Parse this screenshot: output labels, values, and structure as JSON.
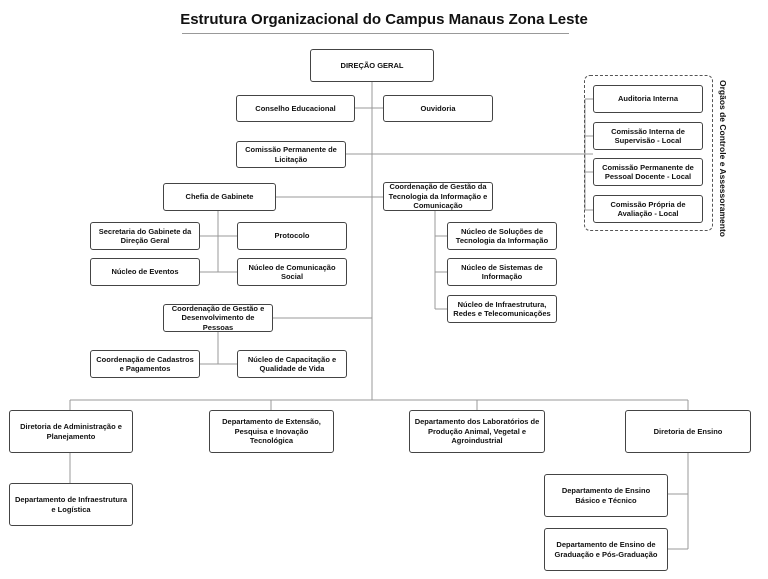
{
  "title": "Estrutura Organizacional do Campus Manaus Zona Leste",
  "top": {
    "direcao_geral": "DIREÇÃO GERAL",
    "conselho": "Conselho Educacional",
    "ouvidoria": "Ouvidoria",
    "comissao_licitacao": "Comissão Permanente de Licitação"
  },
  "gabinete": {
    "chefia": "Chefia de Gabinete",
    "secretaria": "Secretaria do Gabinete da Direção Geral",
    "protocolo": "Protocolo",
    "eventos": "Núcleo de Eventos",
    "comunicacao": "Núcleo de Comunicação Social"
  },
  "ti": {
    "coordenacao": "Coordenação de Gestão da Tecnologia da Informação e Comunicação",
    "solucoes": "Núcleo de Soluções de Tecnologia da Informação",
    "sistemas": "Núcleo de Sistemas de Informação",
    "infraestrutura": "Núcleo de Infraestrutura, Redes e Telecomunicações"
  },
  "pessoas": {
    "coordenacao": "Coordenação de Gestão e Desenvolvimento de Pessoas",
    "cadastros": "Coordenação de Cadastros e Pagamentos",
    "capacitacao": "Núcleo de Capacitação e Qualidade de Vida"
  },
  "orgaos": {
    "label": "Orgãos de Controle e Assessoramento",
    "auditoria": "Auditoria Interna",
    "supervisao": "Comissão Interna de Supervisão - Local",
    "docente": "Comissão Permanente de Pessoal Docente - Local",
    "avaliacao": "Comissão Própria de Avaliação - Local"
  },
  "bottom": {
    "adm": "Diretoria de Administração e Planejamento",
    "infra": "Departamento de Infraestrutura e Logística",
    "extensao": "Departamento de Extensão, Pesquisa e Inovação Tecnológica",
    "laboratorios": "Departamento dos Laboratórios de Produção Animal, Vegetal e Agroindustrial",
    "ensino": "Diretoria de Ensino",
    "basico": "Departamento de Ensino Básico e Técnico",
    "graduacao": "Departamento de Ensino de Graduação e Pós-Graduação"
  }
}
